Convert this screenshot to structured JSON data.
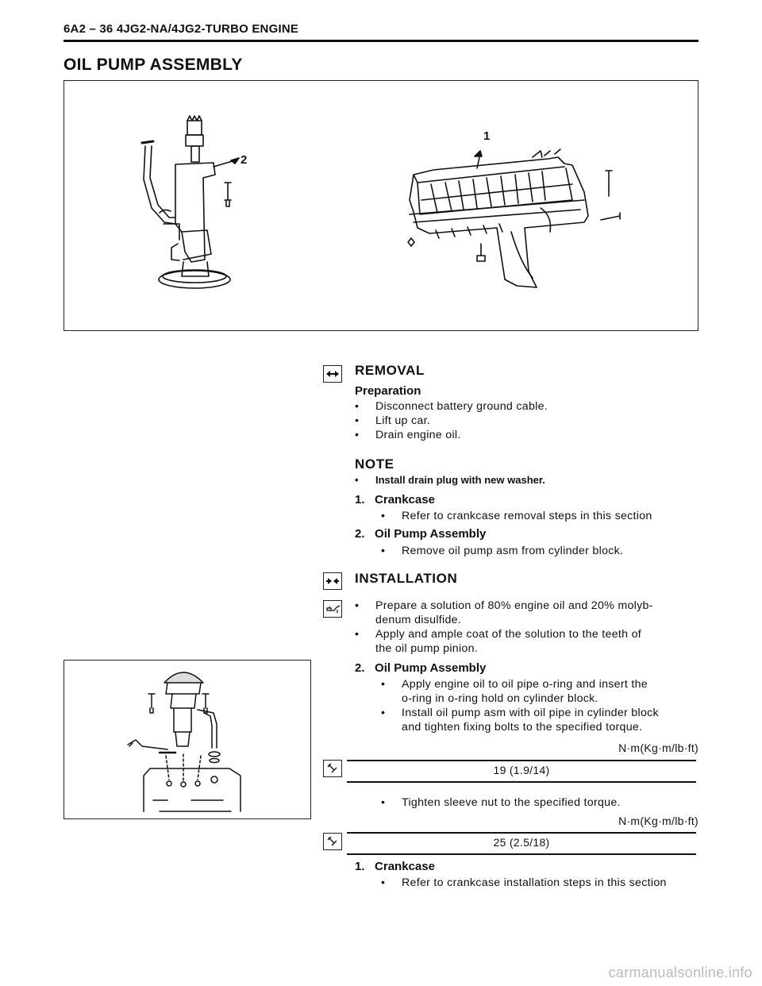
{
  "header": {
    "title": "6A2 – 36 4JG2-NA/4JG2-TURBO ENGINE"
  },
  "section_title": "OIL PUMP ASSEMBLY",
  "figure_top": {
    "callout_1": "1",
    "callout_2": "2"
  },
  "icons": {
    "removal": "removal-arrows-icon",
    "installation": "installation-arrows-icon",
    "oil_can": "oil-can-icon",
    "torque_wrench": "torque-wrench-icon"
  },
  "removal": {
    "heading": "REMOVAL",
    "prep_heading": "Preparation",
    "prep_items": [
      "Disconnect battery ground cable.",
      "Lift up car.",
      "Drain engine oil."
    ],
    "note_heading": "NOTE",
    "note_items": [
      "Install drain plug with new washer."
    ],
    "steps": [
      {
        "number": "1.",
        "title": "Crankcase",
        "items": [
          "Refer to crankcase removal steps in this section"
        ]
      },
      {
        "number": "2.",
        "title": "Oil Pump Assembly",
        "items": [
          "Remove oil pump asm from cylinder block."
        ]
      }
    ]
  },
  "installation": {
    "heading": "INSTALLATION",
    "intro_items": [
      [
        "Prepare a solution of 80% engine oil and 20% molyb-",
        "denum disulfide."
      ],
      [
        "Apply and ample coat of the solution to the teeth of",
        "the oil pump pinion."
      ]
    ],
    "step2": {
      "number": "2.",
      "title": "Oil Pump Assembly",
      "items": [
        [
          "Apply engine oil to oil pipe o-ring and insert the",
          "o-ring in o-ring hold on cylinder block."
        ],
        [
          "Install oil pump asm with oil pipe in cylinder block",
          "and tighten fixing bolts to the specified torque."
        ]
      ]
    },
    "unit_1": "N·m(Kg·m/lb·ft)",
    "torque_1": "19 (1.9/14)",
    "sleeve_item": "Tighten sleeve nut to the specified torque.",
    "unit_2": "N·m(Kg·m/lb·ft)",
    "torque_2": "25 (2.5/18)",
    "step1": {
      "number": "1.",
      "title": "Crankcase",
      "items": [
        "Refer to crankcase installation steps in this section"
      ]
    }
  },
  "watermark": "carmanualsonline.info"
}
